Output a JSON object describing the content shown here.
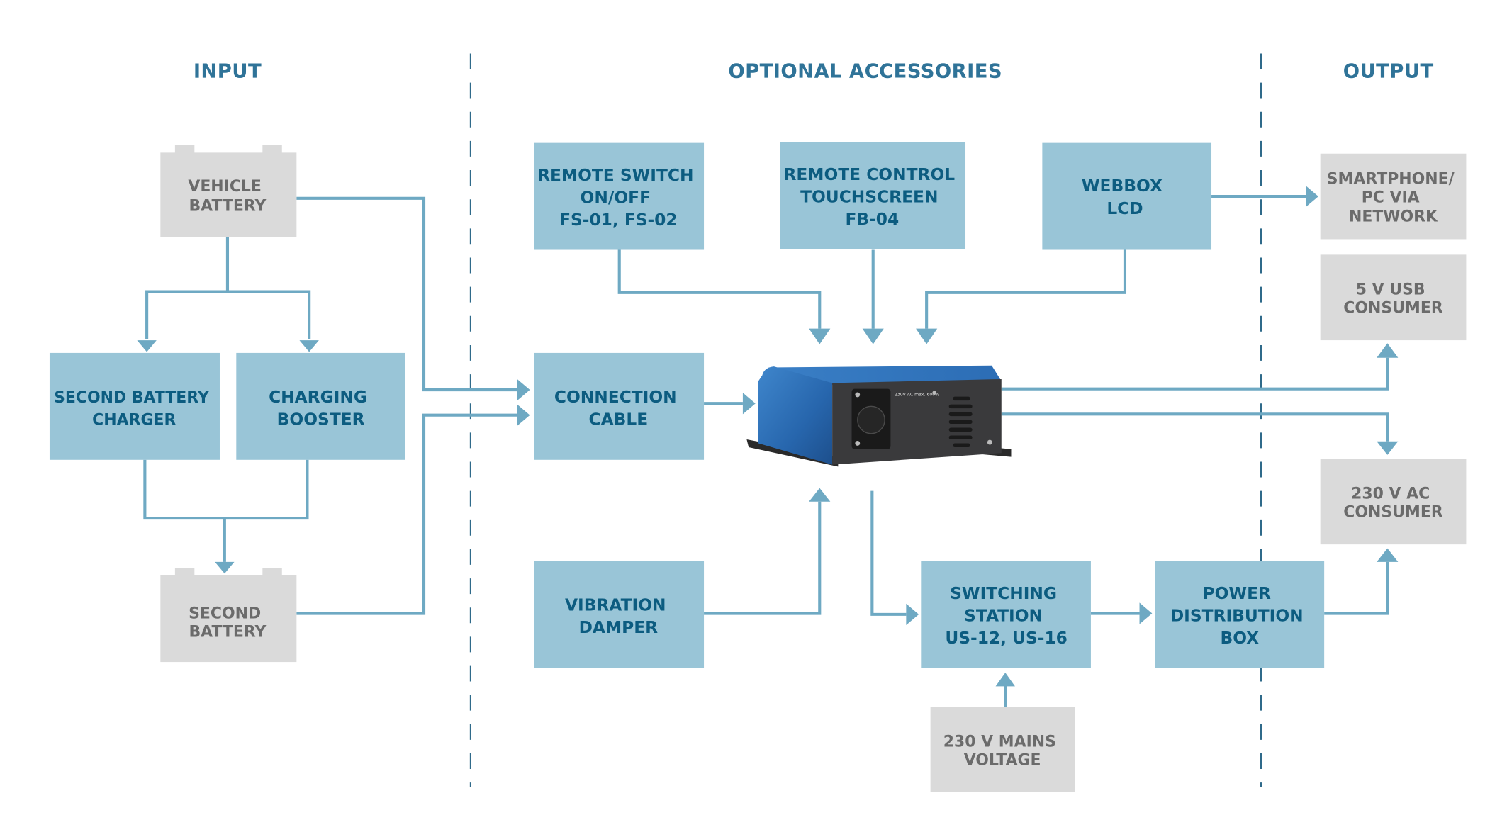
{
  "sections": {
    "input": "INPUT",
    "optional_accessories": "OPTIONAL ACCESSORIES",
    "output": "OUTPUT"
  },
  "nodes": {
    "vehicle_battery": [
      "VEHICLE",
      "BATTERY"
    ],
    "second_battery_charger": [
      "SECOND BATTERY",
      "CHARGER"
    ],
    "charging_booster": [
      "CHARGING",
      "BOOSTER"
    ],
    "second_battery": [
      "SECOND",
      "BATTERY"
    ],
    "remote_switch": [
      "REMOTE SWITCH",
      "ON/OFF",
      "FS-01, FS-02"
    ],
    "remote_control": [
      "REMOTE CONTROL",
      "TOUCHSCREEN",
      "FB-04"
    ],
    "webbox": [
      "WEBBOX",
      "LCD"
    ],
    "connection_cable": [
      "CONNECTION",
      "CABLE"
    ],
    "vibration_damper": [
      "VIBRATION",
      "DAMPER"
    ],
    "switching_station": [
      "SWITCHING",
      "STATION",
      "US-12, US-16"
    ],
    "power_distribution_box": [
      "POWER",
      "DISTRIBUTION",
      "BOX"
    ],
    "mains_voltage": [
      "230 V MAINS",
      "VOLTAGE"
    ],
    "smartphone": [
      "SMARTPHONE/",
      "PC VIA",
      "NETWORK"
    ],
    "usb_consumer": [
      "5 V USB",
      "CONSUMER"
    ],
    "ac_consumer": [
      "230 V AC",
      "CONSUMER"
    ]
  },
  "inverter": {
    "socket_label": "230V AC max. 600W"
  },
  "colors": {
    "accessory_box": "#99c5d7",
    "endpoint_box": "#dadada",
    "connector": "#6ea9c3",
    "heading": "#2f7398",
    "inverter_body": "#2f6fb8"
  }
}
